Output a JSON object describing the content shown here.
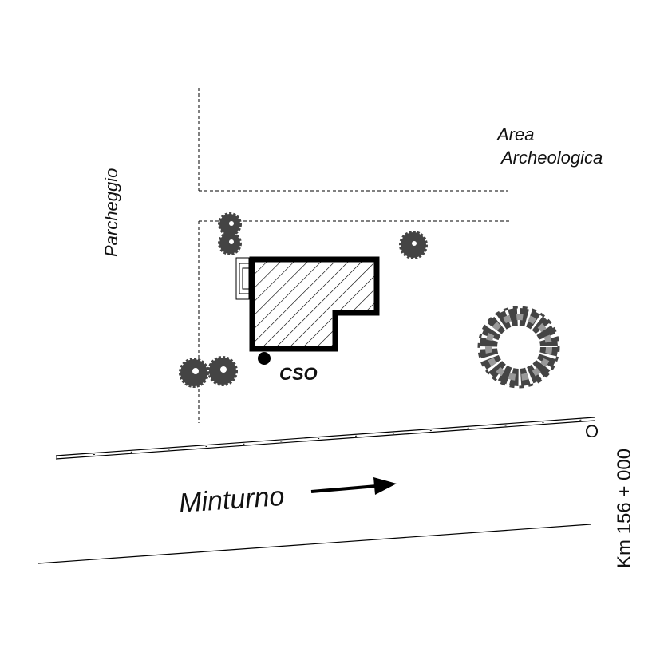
{
  "labels": {
    "parking": "Parcheggio",
    "area_line1": "Area",
    "area_line2": "Archeologica",
    "station": "CSO",
    "direction": "Minturno",
    "km_origin": "O",
    "km_marker": "Km 156 + 000"
  },
  "colors": {
    "tree_dark": "#444444",
    "tree_light": "#999999",
    "ink": "#000000"
  }
}
